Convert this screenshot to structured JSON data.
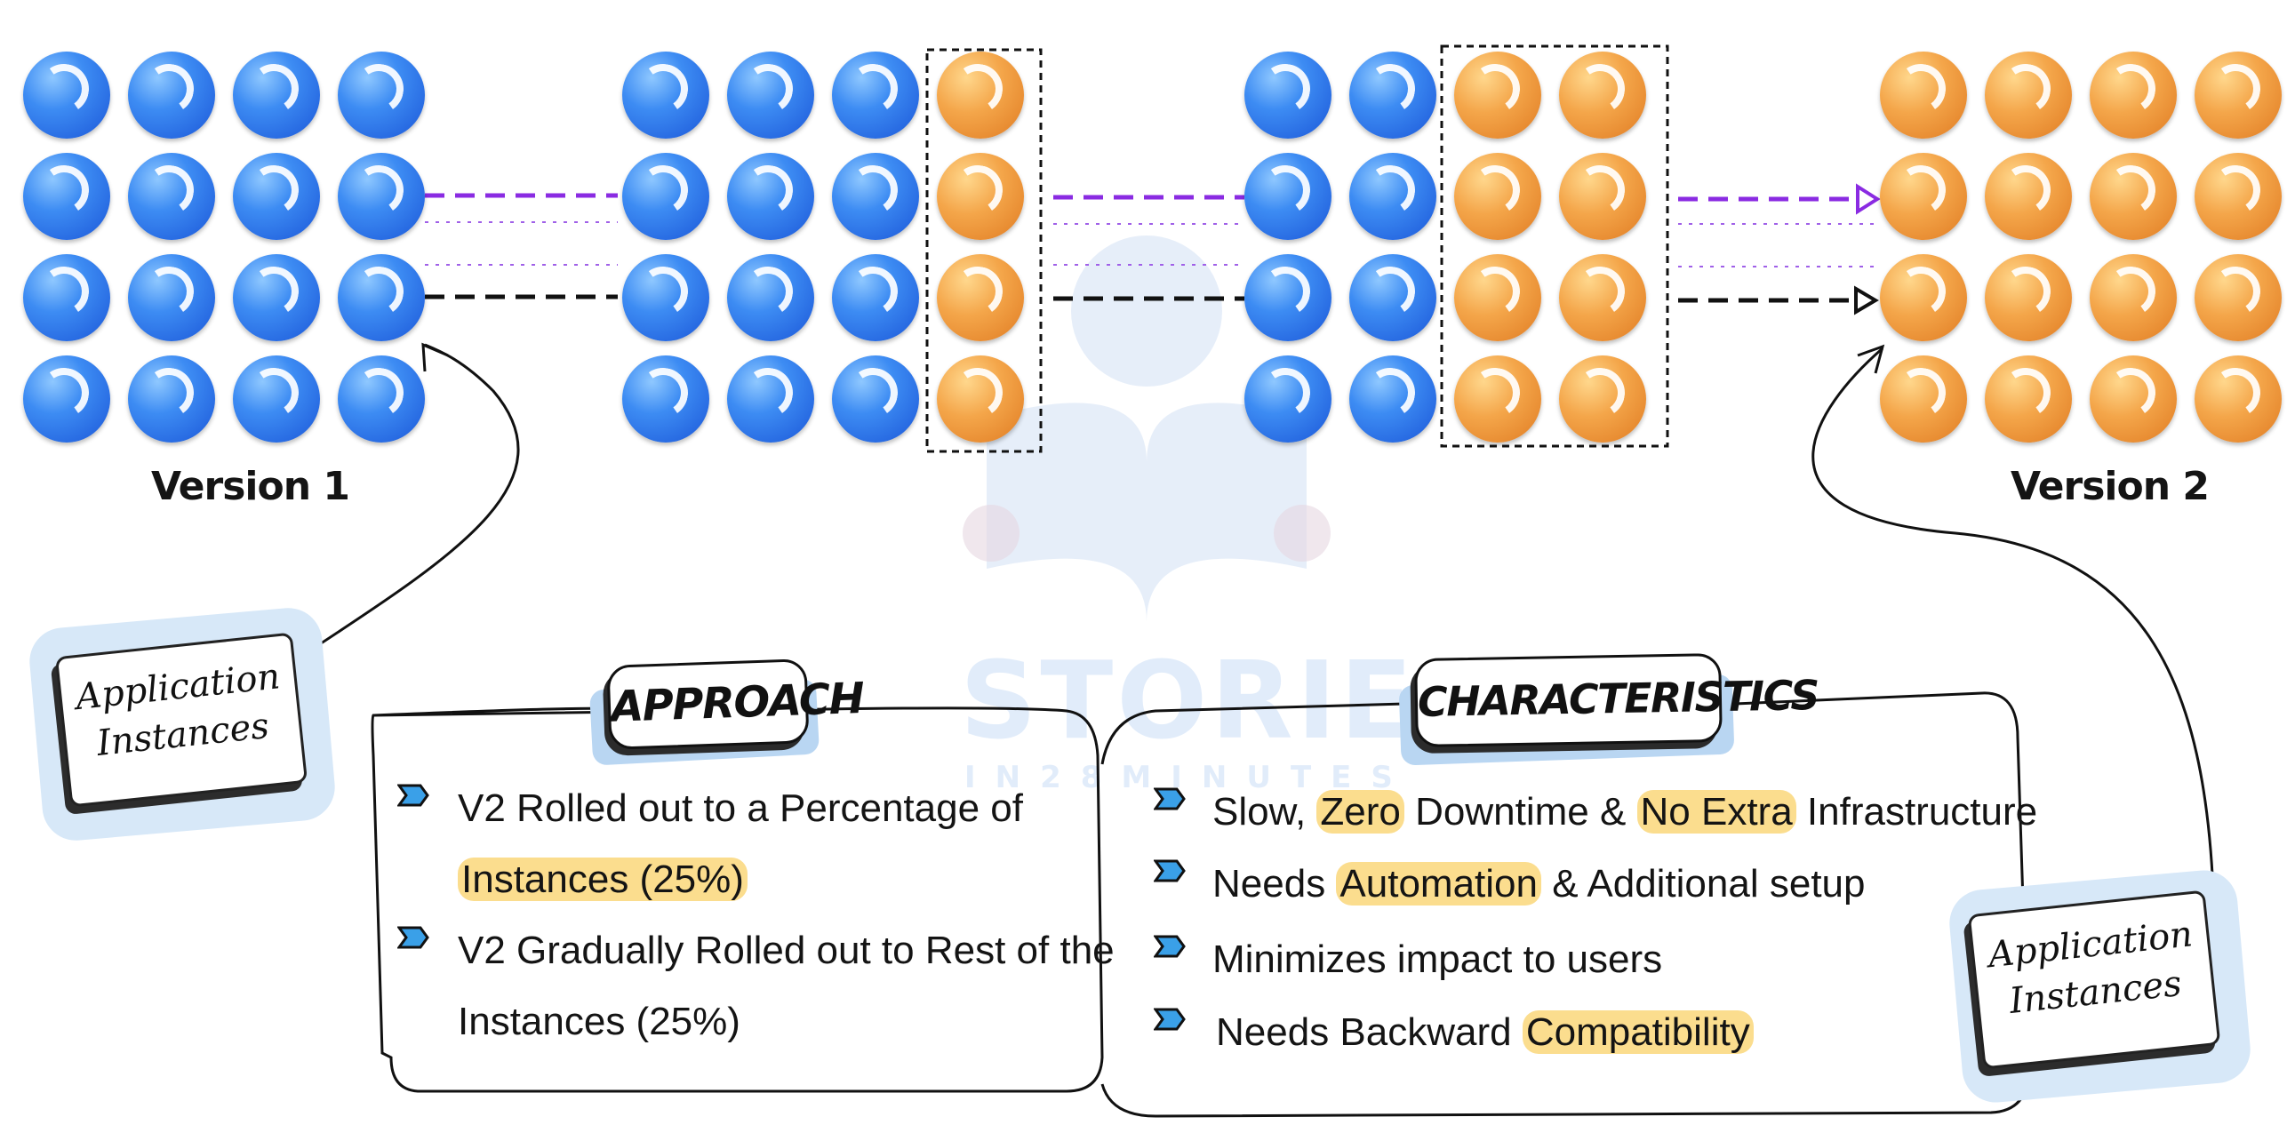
{
  "diagram": {
    "version1_label": "Version 1",
    "version2_label": "Version 2",
    "sticky_left": {
      "line1": "Application",
      "line2": "Instances"
    },
    "sticky_right": {
      "line1": "Application",
      "line2": "Instances"
    },
    "approach": {
      "title": "APPROACH",
      "items": [
        {
          "line1": "V2 Rolled out to a Percentage of",
          "line2": "Instances (25%)"
        },
        {
          "line1": "V2 Gradually Rolled out to Rest of the",
          "line2": "Instances (25%)"
        }
      ]
    },
    "characteristics": {
      "title": "CHARACTERISTICS",
      "items": [
        {
          "p1": "Slow, ",
          "h1": "Zero",
          "p2": " Downtime & ",
          "h2": "No Extra",
          "p3": " Infrastructure"
        },
        {
          "p1": "Needs ",
          "h1": "Automation",
          "p2": " & Additional setup"
        },
        {
          "p1": "Minimizes impact to users"
        },
        {
          "p1": "Needs Backward ",
          "h1": "Compatibility"
        }
      ]
    },
    "watermark": {
      "brand": "STORIES",
      "sub": "IN28MINUTES"
    },
    "colors": {
      "v1_instance": "#2f74ee",
      "v2_instance": "#f0a045",
      "primary_arrow": "#8a2be2",
      "secondary_arrow": "#111111",
      "highlight": "#fbdd8e",
      "bullet": "#3aa0e8"
    },
    "stages": [
      {
        "v1": 16,
        "v2": 0
      },
      {
        "v1": 12,
        "v2": 4
      },
      {
        "v1": 8,
        "v2": 8
      },
      {
        "v1": 0,
        "v2": 16
      }
    ]
  }
}
